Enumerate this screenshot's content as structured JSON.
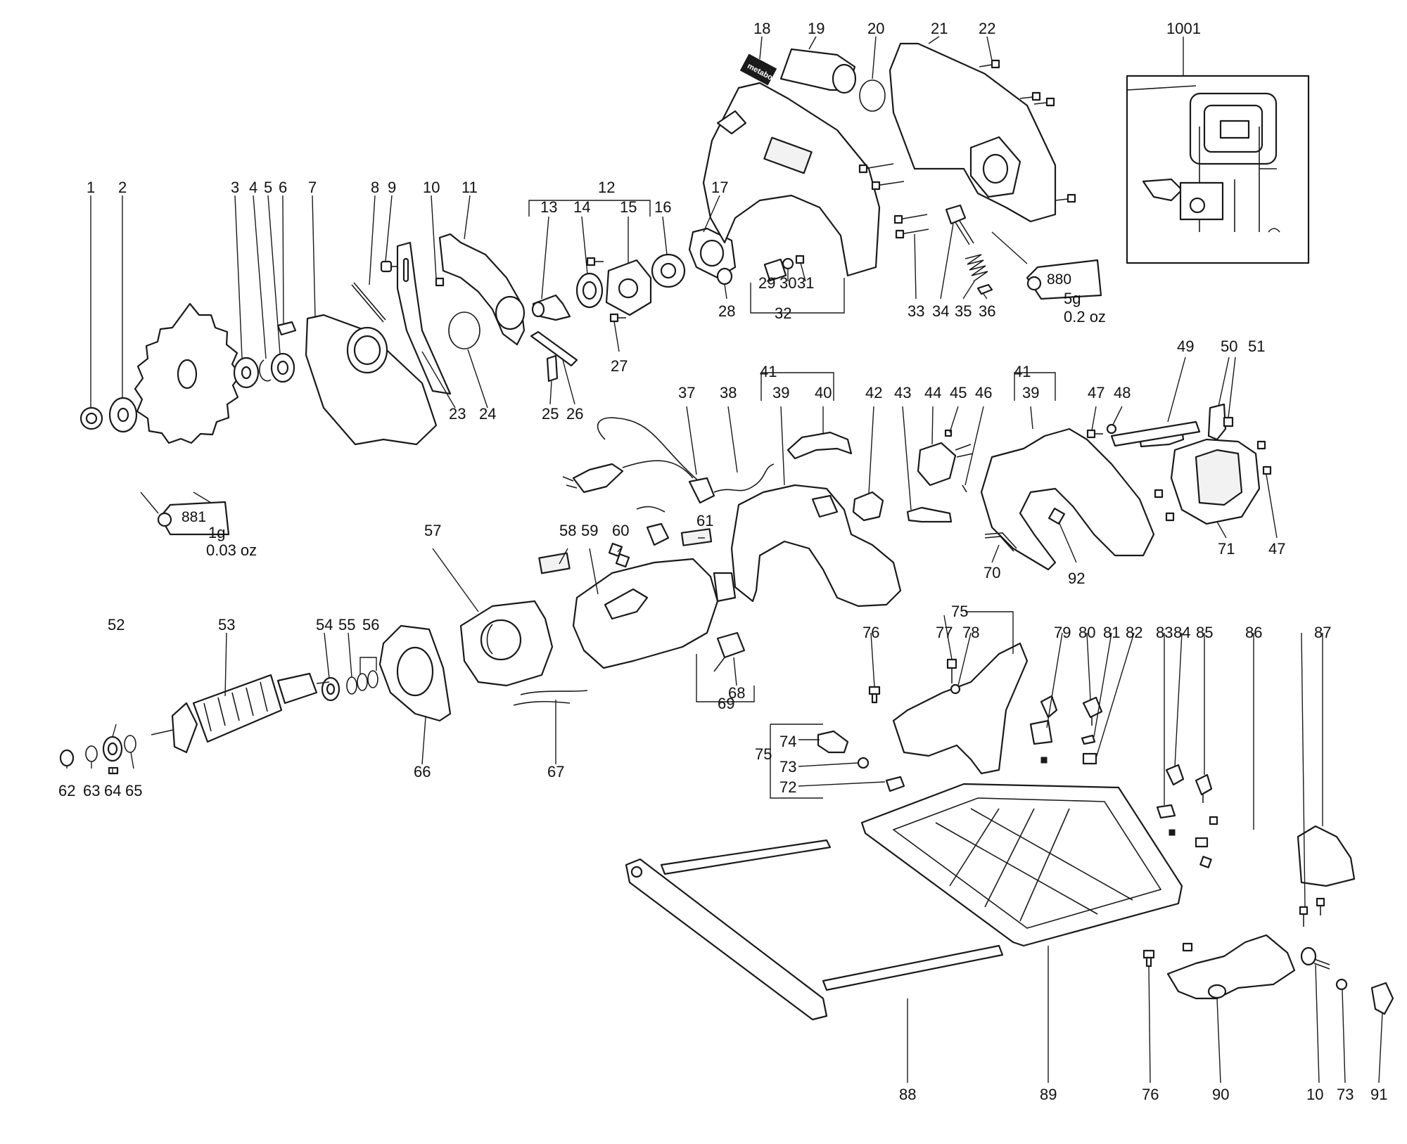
{
  "brand_logo": "metabo",
  "tube_881": {
    "number": "881",
    "amount_g": "1g",
    "amount_oz": "0.03 oz"
  },
  "tube_880": {
    "number": "880",
    "amount_g": "5g",
    "amount_oz": "0.2 oz"
  },
  "callouts": [
    "1",
    "2",
    "3",
    "4",
    "5",
    "6",
    "7",
    "8",
    "9",
    "10",
    "11",
    "12",
    "13",
    "14",
    "15",
    "16",
    "17",
    "18",
    "19",
    "20",
    "21",
    "22",
    "23",
    "24",
    "25",
    "26",
    "27",
    "28",
    "29",
    "30",
    "31",
    "32",
    "33",
    "34",
    "35",
    "36",
    "37",
    "38",
    "39",
    "40",
    "41",
    "42",
    "43",
    "44",
    "45",
    "46",
    "47",
    "48",
    "49",
    "50",
    "51",
    "52",
    "53",
    "54",
    "55",
    "56",
    "57",
    "58",
    "59",
    "60",
    "61",
    "62",
    "63",
    "64",
    "65",
    "66",
    "67",
    "68",
    "69",
    "70",
    "71",
    "72",
    "73",
    "74",
    "75",
    "76",
    "77",
    "78",
    "79",
    "80",
    "81",
    "82",
    "83",
    "84",
    "85",
    "86",
    "87",
    "88",
    "89",
    "90",
    "91",
    "92",
    "1001"
  ]
}
